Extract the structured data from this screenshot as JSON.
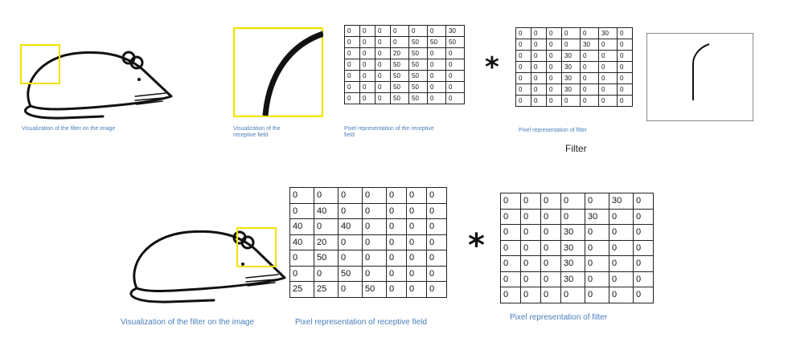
{
  "top": {
    "mouse_caption": "Visualization of the filter on the image",
    "receptive_caption_1": "Visualization of the",
    "receptive_caption_2": "receptive field",
    "pixel_receptive_caption_1": "Pixel representation  of the receptive",
    "pixel_receptive_caption_2": "field",
    "filter_caption": "Pixel representation  of filter",
    "filter_title": "Filter",
    "operator": "*",
    "receptive_grid": [
      [
        "0",
        "0",
        "0",
        "0",
        "0",
        "0",
        "30"
      ],
      [
        "0",
        "0",
        "0",
        "0",
        "50",
        "50",
        "50"
      ],
      [
        "0",
        "0",
        "0",
        "20",
        "50",
        "0",
        "0"
      ],
      [
        "0",
        "0",
        "0",
        "50",
        "50",
        "0",
        "0"
      ],
      [
        "0",
        "0",
        "0",
        "50",
        "50",
        "0",
        "0"
      ],
      [
        "0",
        "0",
        "0",
        "50",
        "50",
        "0",
        "0"
      ],
      [
        "0",
        "0",
        "0",
        "50",
        "50",
        "0",
        "0"
      ]
    ],
    "filter_grid": [
      [
        "0",
        "0",
        "0",
        "0",
        "0",
        "30",
        "0"
      ],
      [
        "0",
        "0",
        "0",
        "0",
        "30",
        "0",
        "0"
      ],
      [
        "0",
        "0",
        "0",
        "30",
        "0",
        "0",
        "0"
      ],
      [
        "0",
        "0",
        "0",
        "30",
        "0",
        "0",
        "0"
      ],
      [
        "0",
        "0",
        "0",
        "30",
        "0",
        "0",
        "0"
      ],
      [
        "0",
        "0",
        "0",
        "30",
        "0",
        "0",
        "0"
      ],
      [
        "0",
        "0",
        "0",
        "0",
        "0",
        "0",
        "0"
      ]
    ]
  },
  "bottom": {
    "mouse_caption": "Visualization of the filter on the image",
    "pixel_receptive_caption": "Pixel representation  of receptive field",
    "filter_caption": "Pixel representation  of filter",
    "operator": "*",
    "receptive_grid": [
      [
        "0",
        "0",
        "0",
        "0",
        "0",
        "0",
        "0"
      ],
      [
        "0",
        "40",
        "0",
        "0",
        "0",
        "0",
        "0"
      ],
      [
        "40",
        "0",
        "40",
        "0",
        "0",
        "0",
        "0"
      ],
      [
        "40",
        "20",
        "0",
        "0",
        "0",
        "0",
        "0"
      ],
      [
        "0",
        "50",
        "0",
        "0",
        "0",
        "0",
        "0"
      ],
      [
        "0",
        "0",
        "50",
        "0",
        "0",
        "0",
        "0"
      ],
      [
        "25",
        "25",
        "0",
        "50",
        "0",
        "0",
        "0"
      ]
    ],
    "filter_grid": [
      [
        "0",
        "0",
        "0",
        "0",
        "0",
        "30",
        "0"
      ],
      [
        "0",
        "0",
        "0",
        "0",
        "30",
        "0",
        "0"
      ],
      [
        "0",
        "0",
        "0",
        "30",
        "0",
        "0",
        "0"
      ],
      [
        "0",
        "0",
        "0",
        "30",
        "0",
        "0",
        "0"
      ],
      [
        "0",
        "0",
        "0",
        "30",
        "0",
        "0",
        "0"
      ],
      [
        "0",
        "0",
        "0",
        "30",
        "0",
        "0",
        "0"
      ],
      [
        "0",
        "0",
        "0",
        "0",
        "0",
        "0",
        "0"
      ]
    ]
  },
  "colors": {
    "caption": "#4a7ebb",
    "highlight": "#f2e200",
    "ink": "#111111"
  }
}
